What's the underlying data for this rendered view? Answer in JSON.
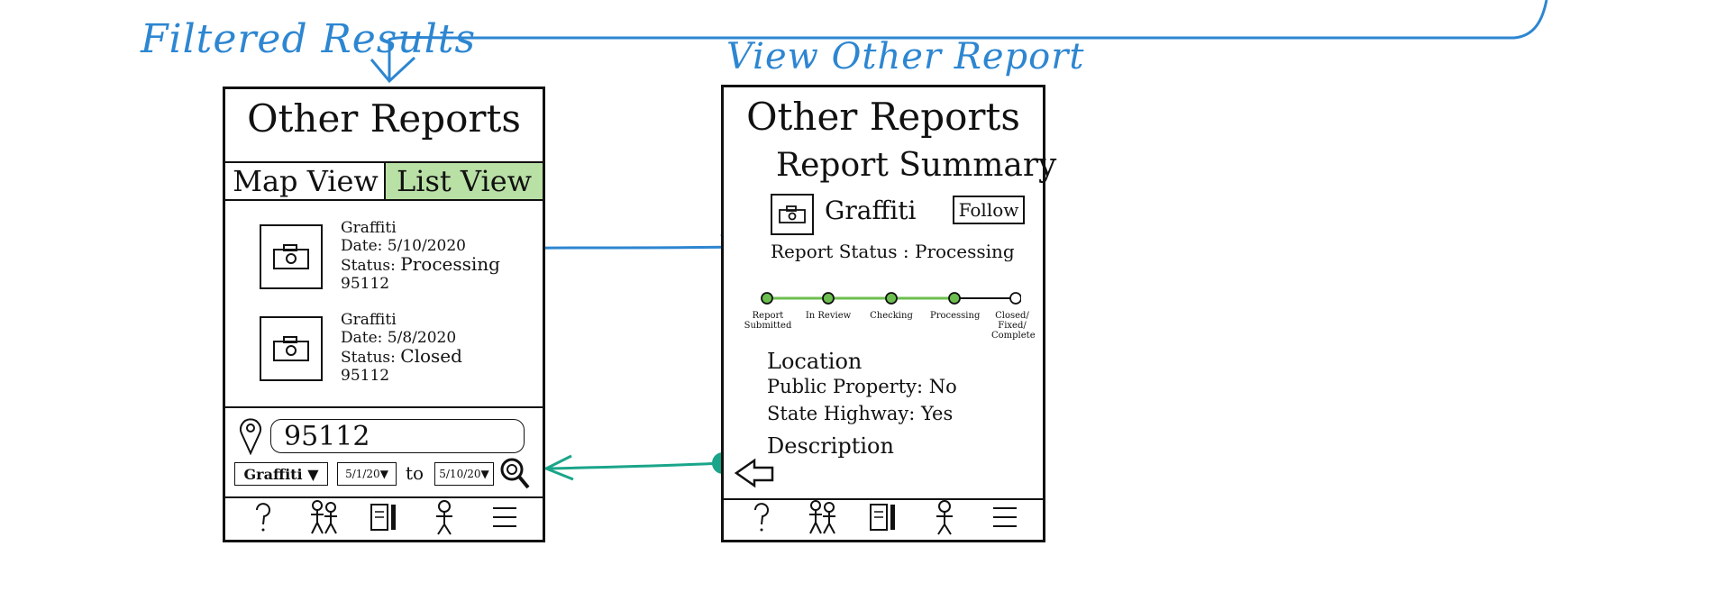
{
  "annotations": {
    "filtered_results": "Filtered Results",
    "view_other_report": "View Other Report"
  },
  "colors": {
    "annotation_blue": "#2d86d1",
    "back_arrow_teal": "#1aa58a",
    "active_tab_green": "#b9e0a5",
    "progress_green": "#6cbf4e"
  },
  "list_screen": {
    "title": "Other Reports",
    "tabs": [
      {
        "label": "Map View",
        "active": false
      },
      {
        "label": "List View",
        "active": true
      }
    ],
    "reports": [
      {
        "type": "Graffiti",
        "date": "Date: 5/10/2020",
        "status_label": "Status:",
        "status": "Processing",
        "zip": "95112"
      },
      {
        "type": "Graffiti",
        "date": "Date: 5/8/2020",
        "status_label": "Status:",
        "status": "Closed",
        "zip": "95112"
      }
    ],
    "filter": {
      "location_value": "95112",
      "category": "Graffiti",
      "date_from": "5/1/20",
      "date_to_word": "to",
      "date_to": "5/10/20"
    },
    "nav": [
      "question-icon",
      "community-icon",
      "reports-icon",
      "profile-icon",
      "menu-icon"
    ]
  },
  "detail_screen": {
    "title": "Other Reports",
    "subtitle": "Report Summary",
    "report_type": "Graffiti",
    "follow_label": "Follow",
    "status_line": "Report Status : Processing",
    "progress_steps": [
      {
        "label": "Report Submitted",
        "done": true
      },
      {
        "label": "In Review",
        "done": true
      },
      {
        "label": "Checking",
        "done": true
      },
      {
        "label": "Processing",
        "done": true
      },
      {
        "label": "Closed/ Fixed/ Complete",
        "done": false
      }
    ],
    "location_heading": "Location",
    "public_property": "Public Property: No",
    "state_highway": "State Highway: Yes",
    "description_heading": "Description",
    "nav": [
      "question-icon",
      "community-icon",
      "reports-icon",
      "profile-icon",
      "menu-icon"
    ]
  }
}
